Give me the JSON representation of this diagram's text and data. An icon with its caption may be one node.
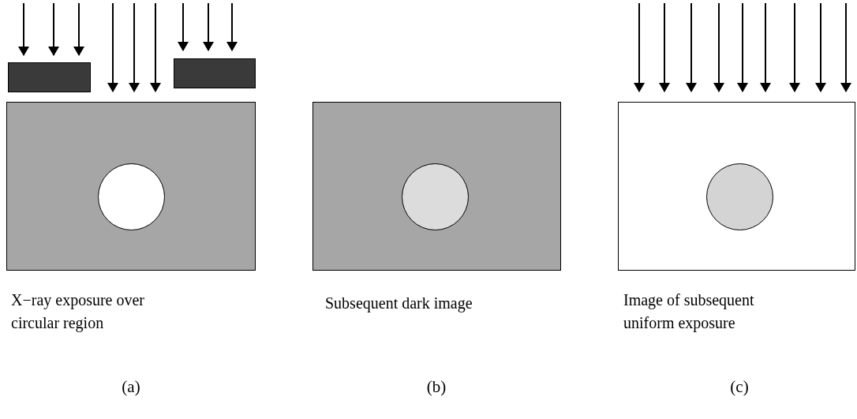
{
  "diagram": {
    "nodes": [
      {
        "text": [],
        "shape": "bar"
      },
      {
        "text": [],
        "shape": "bar"
      },
      {
        "text": [],
        "shape": "box",
        "beside": [
          "X−ray exposure over circular region"
        ]
      },
      {
        "text": [],
        "shape": "circle",
        "in": 2
      },
      {
        "text": [],
        "shape": "box",
        "beside": [
          "Subsequent dark image"
        ]
      },
      {
        "text": [],
        "shape": "circle",
        "in": 4
      },
      {
        "text": [],
        "shape": "box",
        "beside": [
          "Image of subsequent uniform exposure"
        ]
      },
      {
        "text": [],
        "shape": "circle",
        "in": 6
      }
    ],
    "labels": [
      "(a)",
      "(b)",
      "(c)"
    ]
  }
}
